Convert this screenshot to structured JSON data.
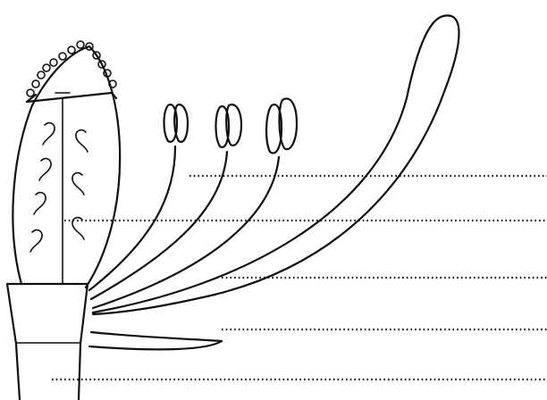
{
  "diagram": {
    "subject": "",
    "label_blanks": [
      {
        "id": "blank-1",
        "text": ""
      },
      {
        "id": "blank-2",
        "text": ""
      },
      {
        "id": "blank-3",
        "text": ""
      },
      {
        "id": "blank-4",
        "text": ""
      },
      {
        "id": "blank-5",
        "text": ""
      }
    ]
  }
}
